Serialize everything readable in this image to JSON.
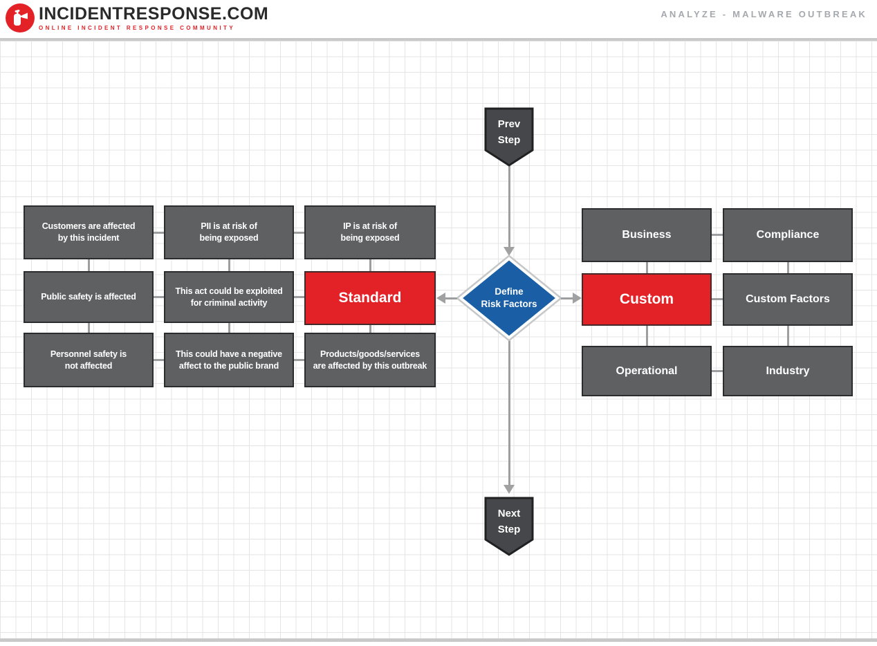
{
  "header": {
    "logo_text": "INCIDENTRESPONSE.COM",
    "logo_tagline": "ONLINE INCIDENT RESPONSE COMMUNITY",
    "page_title": "ANALYZE - MALWARE OUTBREAK"
  },
  "flow": {
    "prev_step": "Prev\nStep",
    "next_step": "Next\nStep",
    "decision": "Define\nRisk Factors"
  },
  "left_group": {
    "boxes": [
      {
        "label": "Customers are affected\nby this incident"
      },
      {
        "label": "PII is at risk of\nbeing exposed"
      },
      {
        "label": "IP is at risk of\nbeing exposed"
      },
      {
        "label": "Public safety is affected"
      },
      {
        "label": "This act could be exploited\nfor criminal activity"
      },
      {
        "label": "Standard"
      },
      {
        "label": "Personnel safety is\nnot affected"
      },
      {
        "label": "This could have a negative\naffect to the public brand"
      },
      {
        "label": "Products/goods/services\nare affected by this outbreak"
      }
    ]
  },
  "right_group": {
    "boxes": [
      {
        "label": "Business"
      },
      {
        "label": "Compliance"
      },
      {
        "label": "Custom"
      },
      {
        "label": "Custom Factors"
      },
      {
        "label": "Operational"
      },
      {
        "label": "Industry"
      }
    ]
  },
  "colors": {
    "accent_red": "#e32227",
    "decision_blue": "#1a5fa5",
    "node_gray": "#5f6062",
    "connector_gray": "#9d9ea0"
  }
}
